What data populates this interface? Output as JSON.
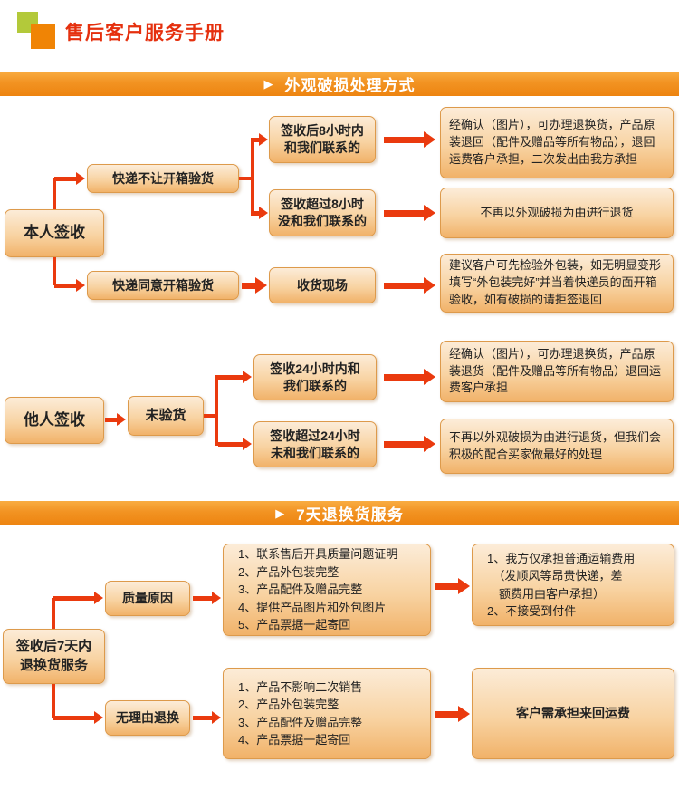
{
  "header": {
    "title": "售后客户服务手册"
  },
  "banners": {
    "icon": "▶",
    "section1": "外观破损处理方式",
    "section2": "7天退换货服务"
  },
  "flow1": {
    "self_sign": "本人签收",
    "courier_no_open": "快递不让开箱验货",
    "contact_within_8h": "签收后8小时内\n和我们联系的",
    "no_contact_8h": "签收超过8小时\n没和我们联系的",
    "courier_agree_open": "快递同意开箱验货",
    "receiving_site": "收货现场",
    "result_exchange_8h": "经确认（图片），可办理退换货，产品原装退回（配件及赠品等所有物品），退回运费客户承担，二次发出由我方承担",
    "result_no_return": "不再以外观破损为由进行退货",
    "result_inspect_advice": "建议客户可先检验外包装，如无明显变形填写“外包装完好”并当着快递员的面开箱验收，如有破损的请拒签退回",
    "other_sign": "他人签收",
    "not_inspected": "未验货",
    "contact_within_24h": "签收24小时内和\n我们联系的",
    "no_contact_24h": "签收超过24小时\n未和我们联系的",
    "result_exchange_24h": "经确认（图片），可办理退换货，产品原装退货（配件及赠品等所有物品）退回运费客户承担",
    "result_no_return_24h": "不再以外观破损为由进行退货，但我们会积极的配合买家做最好的处理"
  },
  "flow2": {
    "main": "签收后7天内\n退换货服务",
    "quality_reason": "质量原因",
    "quality_requirements": "1、联系售后开具质量问题证明\n2、产品外包装完整\n3、产品配件及赠品完整\n4、提供产品图片和外包图片\n5、产品票据一起寄回",
    "quality_result": "1、我方仅承担普通运输费用\n　（发顺风等昂贵快递，差\n　额费用由客户承担）\n2、不接受到付件",
    "no_reason": "无理由退换",
    "no_reason_requirements": "1、产品不影响二次销售\n2、产品外包装完整\n3、产品配件及赠品完整\n4、产品票据一起寄回",
    "no_reason_result": "客户需承担来回运费"
  }
}
